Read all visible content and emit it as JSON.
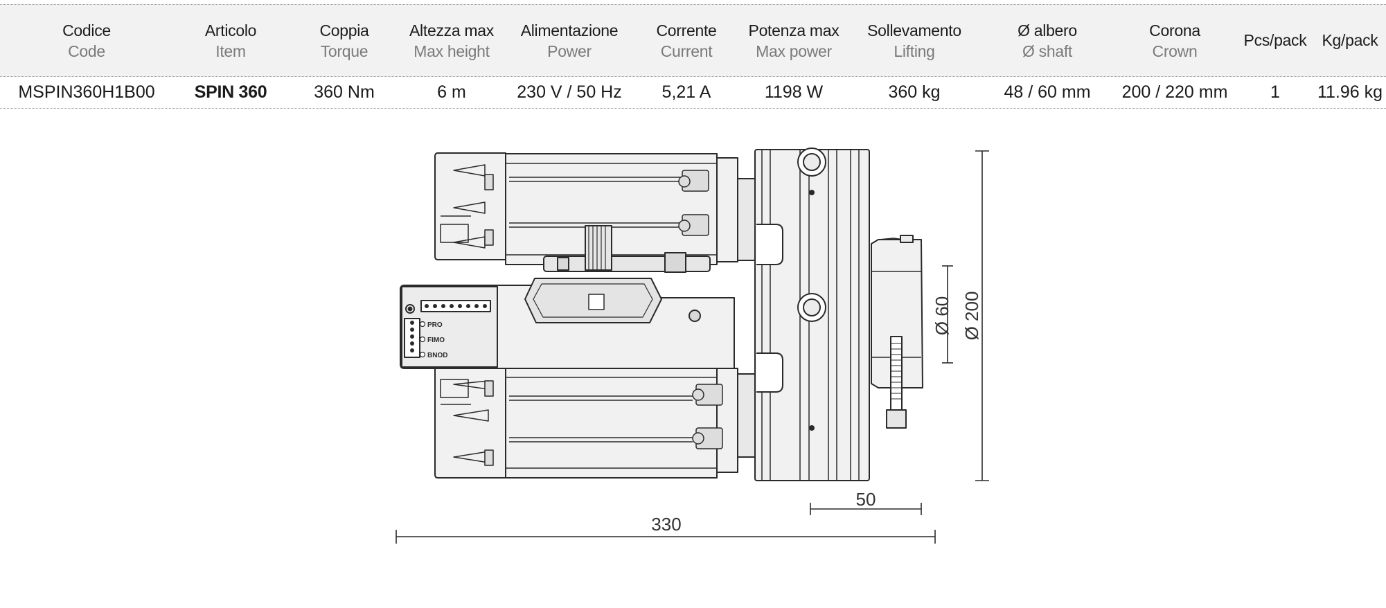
{
  "table": {
    "headers": [
      {
        "it": "Codice",
        "en": "Code"
      },
      {
        "it": "Articolo",
        "en": "Item"
      },
      {
        "it": "Coppia",
        "en": "Torque"
      },
      {
        "it": "Altezza max",
        "en": "Max height"
      },
      {
        "it": "Alimentazione",
        "en": "Power"
      },
      {
        "it": "Corrente",
        "en": "Current"
      },
      {
        "it": "Potenza max",
        "en": "Max power"
      },
      {
        "it": "Sollevamento",
        "en": "Lifting"
      },
      {
        "it": "Ø albero",
        "en": "Ø shaft"
      },
      {
        "it": "Corona",
        "en": "Crown"
      },
      {
        "it": "Pcs/pack"
      },
      {
        "it": "Kg/pack"
      }
    ],
    "row": [
      "MSPIN360H1B00",
      "SPIN 360",
      "360 Nm",
      "6 m",
      "230 V / 50 Hz",
      "5,21 A",
      "1198 W",
      "360 kg",
      "48 / 60 mm",
      "200 / 220 mm",
      "1",
      "11.96 kg"
    ]
  },
  "drawing": {
    "terminal_labels": [
      "PRO",
      "FIMO",
      "BNOD"
    ],
    "dimensions": {
      "diameter_60": "Ø 60",
      "diameter_200": "Ø 200",
      "width_50": "50",
      "length_330": "330"
    }
  },
  "colors": {
    "header_bg": "#f2f2f2",
    "line": "#2a2a2a",
    "dotted_rule": "#9a9a9a"
  }
}
